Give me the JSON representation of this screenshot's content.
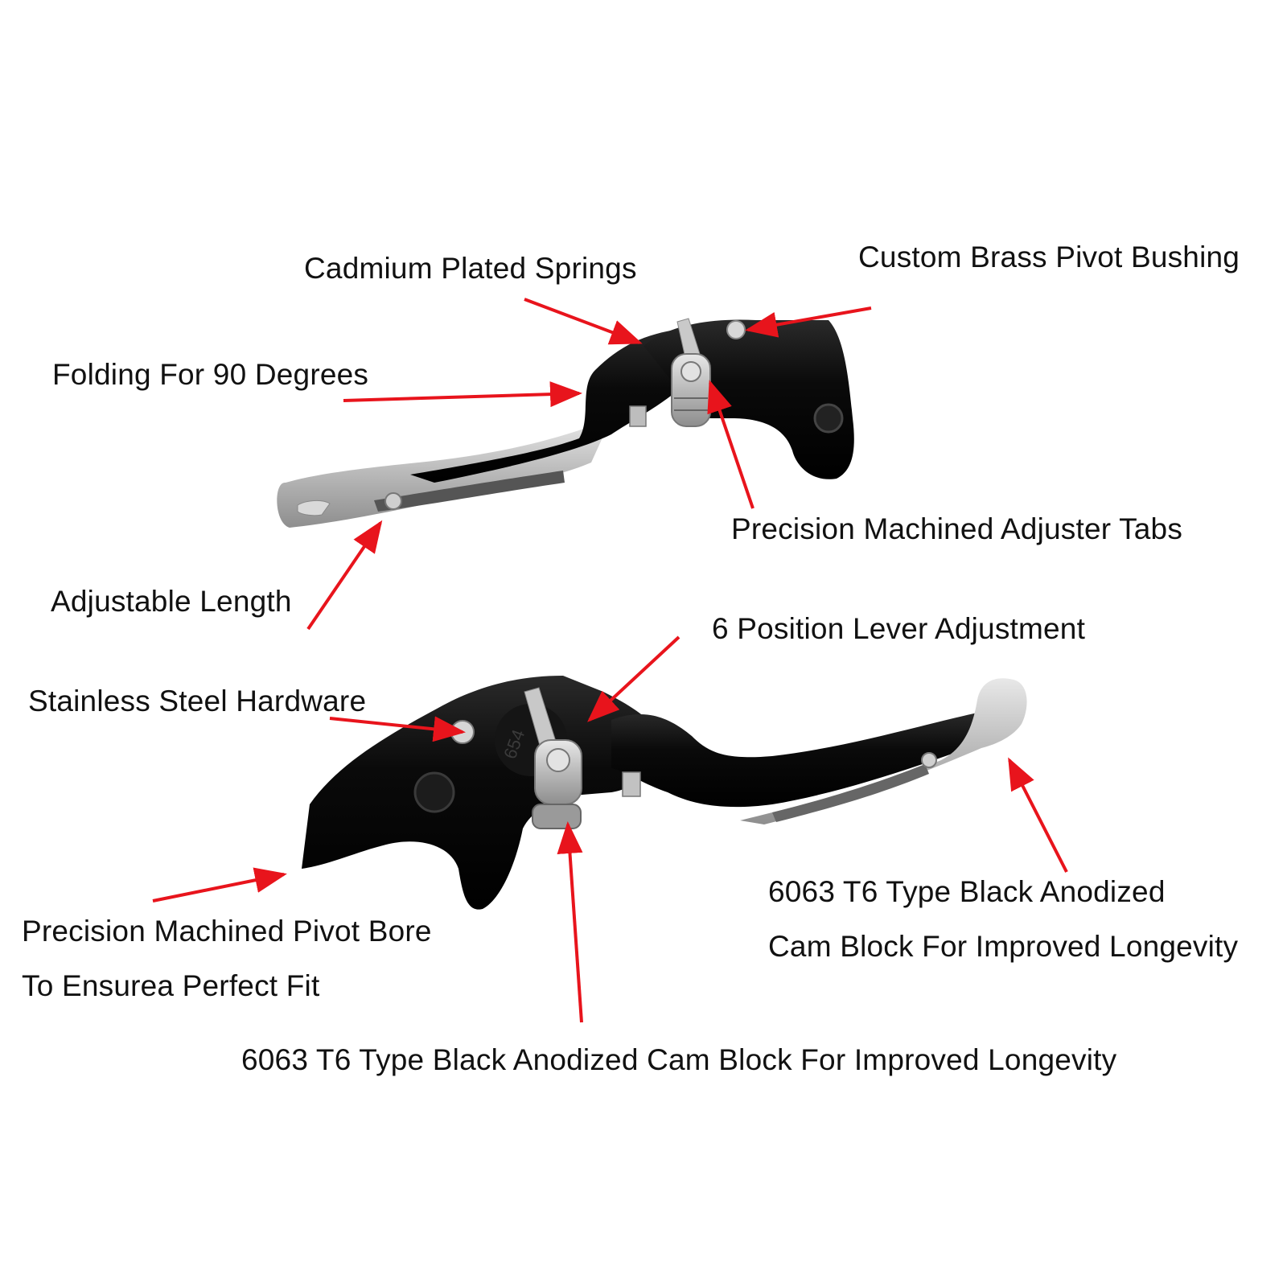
{
  "colors": {
    "background": "#ffffff",
    "text": "#111111",
    "arrow": "#e8141c",
    "lever_black": "#0c0c0c",
    "lever_silver": "#b8b8b8"
  },
  "callouts": {
    "cadmium_springs": "Cadmium Plated Springs",
    "brass_bushing": "Custom Brass Pivot Bushing",
    "folding": "Folding For 90 Degrees",
    "adjuster_tabs": "Precision Machined Adjuster Tabs",
    "adjustable_length": "Adjustable Length",
    "six_position": "6 Position Lever Adjustment",
    "stainless_hardware": "Stainless Steel Hardware",
    "pivot_bore_line1": "Precision Machined Pivot Bore",
    "pivot_bore_line2": "To Ensurea Perfect Fit",
    "cam_block_right_line1": "6063 T6 Type Black Anodized",
    "cam_block_right_line2": "Cam Block For Improved Longevity",
    "cam_block_bottom": "6063 T6 Type Black Anodized Cam Block For Improved Longevity"
  },
  "engravings": {
    "bottom_dial_number": "654"
  }
}
